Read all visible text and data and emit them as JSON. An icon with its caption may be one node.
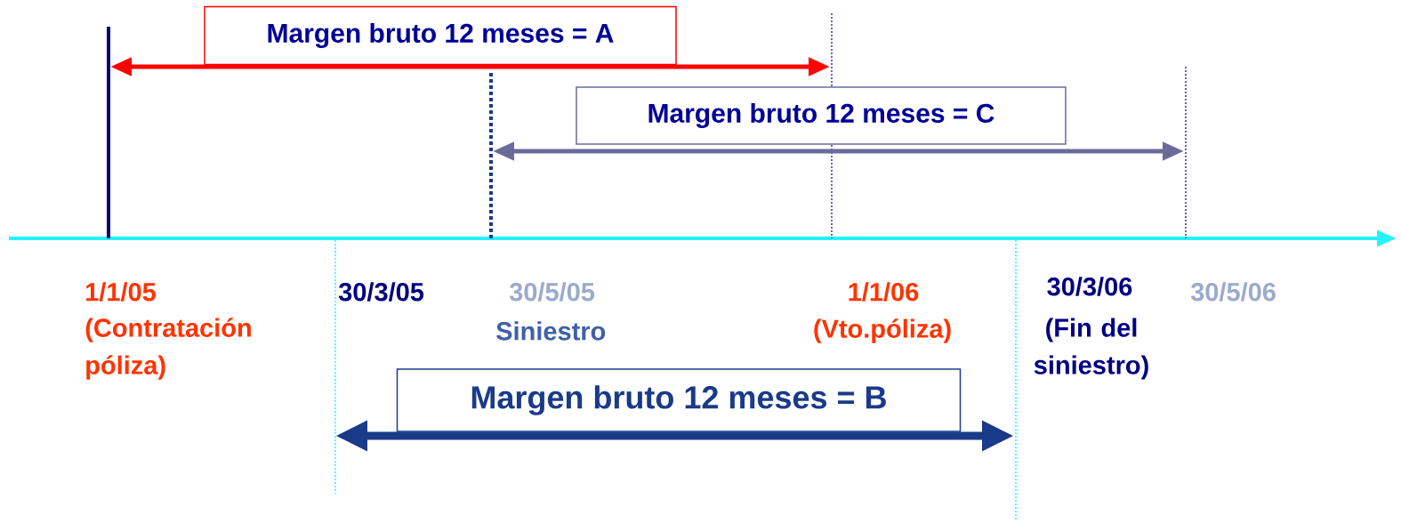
{
  "diagram": {
    "nodes": [
      {
        "text": [
          "Margen bruto 12 meses = A"
        ]
      },
      {
        "text": [
          "Margen bruto 12 meses = C"
        ]
      },
      {
        "text": [
          "Margen bruto 12 meses = B"
        ]
      }
    ],
    "labels": [
      "1/1/05",
      "(Contratación póliza)",
      "30/3/05",
      "30/5/05",
      "Siniestro",
      "1/1/06",
      "(Vto.póliza)",
      "30/3/06",
      "(Fin del siniestro)",
      "30/5/06"
    ]
  }
}
